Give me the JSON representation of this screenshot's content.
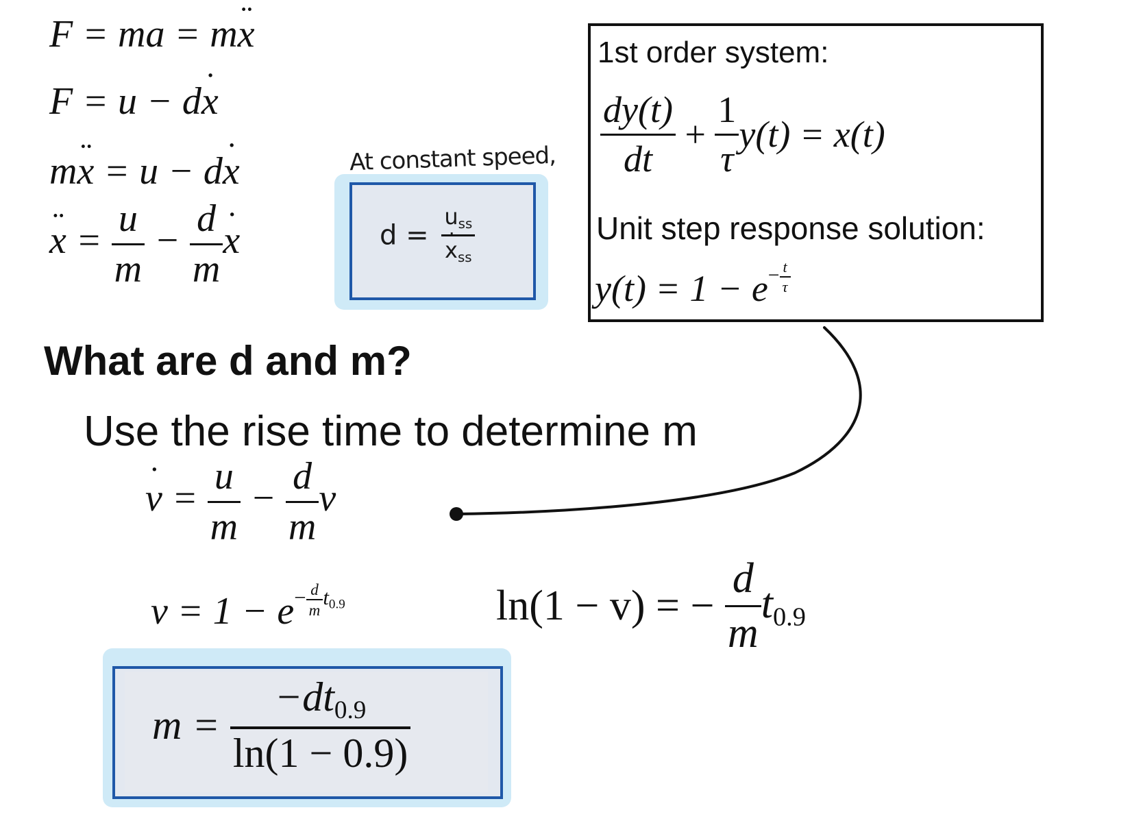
{
  "left_equations": {
    "eq1": {
      "lhs": "F",
      "rhs1": "ma",
      "rhs2_base": "m",
      "rhs2_var": "x"
    },
    "eq2": {
      "lhs": "F",
      "rhs": "u",
      "minus_term_coef": "d",
      "minus_term_var": "x"
    },
    "eq3": {
      "lhs_coef": "m",
      "lhs_var": "x",
      "rhs": "u",
      "minus_term_coef": "d",
      "minus_term_var": "x"
    },
    "eq4": {
      "lhs_var": "x",
      "frac1_num": "u",
      "frac1_den": "m",
      "frac2_num": "d",
      "frac2_den": "m",
      "tail_var": "x"
    }
  },
  "annotation": {
    "text": "At constant speed,",
    "lhs": "d =",
    "num": "u",
    "num_sub": "ss",
    "den": "x",
    "den_sub": "ss"
  },
  "first_order_box": {
    "title": "1st order system:",
    "ode_num": "dy(t)",
    "ode_den": "dt",
    "ode_plus": "+",
    "ode_frac_num": "1",
    "ode_frac_den": "τ",
    "ode_rhs": "y(t) = x(t)",
    "solution_heading": "Unit step response solution:",
    "solution_lhs": "y(t) = 1 − e",
    "solution_exp_minus": "−",
    "solution_exp_num": "t",
    "solution_exp_den": "τ"
  },
  "question": "What are d and m?",
  "subtitle": "Use the rise time to determine m",
  "v_equation": {
    "lhs_var": "v",
    "frac1_num": "u",
    "frac1_den": "m",
    "frac2_num": "d",
    "frac2_den": "m",
    "tail_var": "v"
  },
  "v_solution": {
    "text": "v = 1 − e",
    "exp_minus": "−",
    "exp_num": "d",
    "exp_den": "m",
    "exp_t": "t",
    "exp_sub": "0.9"
  },
  "ln_equation": {
    "lhs": "ln(1 − v) = −",
    "frac_num": "d",
    "frac_den": "m",
    "tail": "t",
    "tail_sub": "0.9"
  },
  "result": {
    "lhs": "m =",
    "num": "−dt",
    "num_sub": "0.9",
    "den": "ln(1 − 0.9)"
  },
  "colors": {
    "highlight_glow": "#cfeaf7",
    "highlight_border": "#1f58a8",
    "highlight_fill": "#e3e8f0",
    "ink": "#111111"
  }
}
